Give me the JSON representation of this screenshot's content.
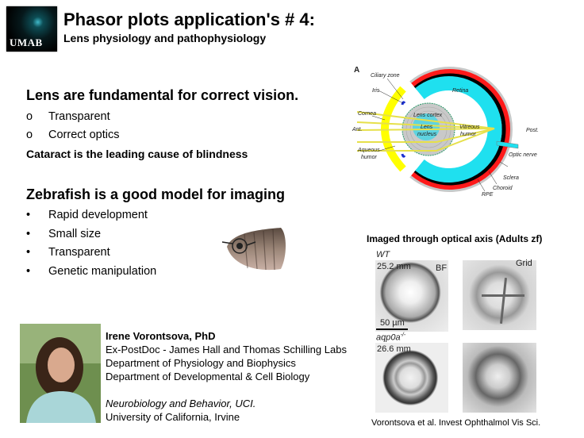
{
  "header": {
    "logo_text": "UMAB",
    "title": "Phasor plots application's # 4:",
    "subtitle": "Lens physiology and pathophysiology"
  },
  "section1": {
    "heading": "Lens are fundamental for correct vision.",
    "bullet_marker": "o",
    "items": [
      "Transparent",
      "Correct optics"
    ],
    "note": "Cataract is the leading cause of blindness"
  },
  "section2": {
    "heading": "Zebrafish is a good model for imaging",
    "bullet_marker": "•",
    "items": [
      "Rapid development",
      "Small size",
      "Transparent",
      "Genetic manipulation"
    ]
  },
  "bio": {
    "name": "Irene Vorontsova, PhD",
    "lines": [
      "Ex-PostDoc - James Hall and Thomas Schilling Labs",
      "Department of Physiology and Biophysics",
      "Department of Developmental & Cell Biology"
    ],
    "affil_italic": "Neurobiology and Behavior, UCI.",
    "affil": "University of California, Irvine"
  },
  "eye_diagram": {
    "panel_label": "A",
    "labels": {
      "ciliary": "Ciliary zone",
      "iris": "Iris",
      "retina": "Retina",
      "cornea": "Cornea",
      "lens_cortex": "Lens cortex",
      "ant": "Ant.",
      "lens_nucleus_1": "Lens",
      "lens_nucleus_2": "nucleus",
      "vitreous_1": "Vitreous",
      "vitreous_2": "humor",
      "post": "Post.",
      "aqueous_1": "Aqueous",
      "aqueous_2": "humor",
      "optic": "Optic nerve",
      "sclera": "Sclera",
      "choroid": "Choroid",
      "rpe": "RPE"
    }
  },
  "imaging": {
    "title": "Imaged through optical axis (Adults zf)",
    "wt": "WT",
    "wt_size": "25.2 mm",
    "bf": "BF",
    "grid": "Grid",
    "scale": "50 µm",
    "mutant": "aqp0a",
    "mutant_sup": "-/-",
    "mutant_size": "26.6 mm",
    "citation": "Vorontsova et al. Invest Ophthalmol Vis Sci."
  },
  "colors": {
    "retina": "#1fe0ef",
    "choroid": "#ff1a1a",
    "cornea": "#ffff00",
    "sclera": "#c8c8c8"
  }
}
